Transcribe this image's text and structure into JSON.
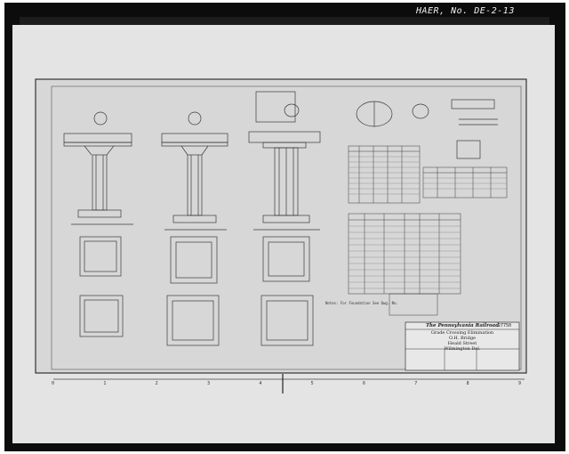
{
  "header": {
    "survey_id": "HAER, No. DE-2-13"
  },
  "title_block": {
    "railroad": "The Pennsylvania Railroad",
    "line1": "Grade Crossing Elimination",
    "line2": "O.H. Bridge",
    "line3": "Heald Street",
    "line4": "Wilmington Del.",
    "drawing_no": "27750"
  },
  "sheet": {
    "notes": "Notes: For Foundation See Dwg. No."
  },
  "scale_bar": {
    "labels": [
      "0",
      "1",
      "2",
      "3",
      "4",
      "5",
      "6",
      "7",
      "8",
      "9"
    ]
  }
}
